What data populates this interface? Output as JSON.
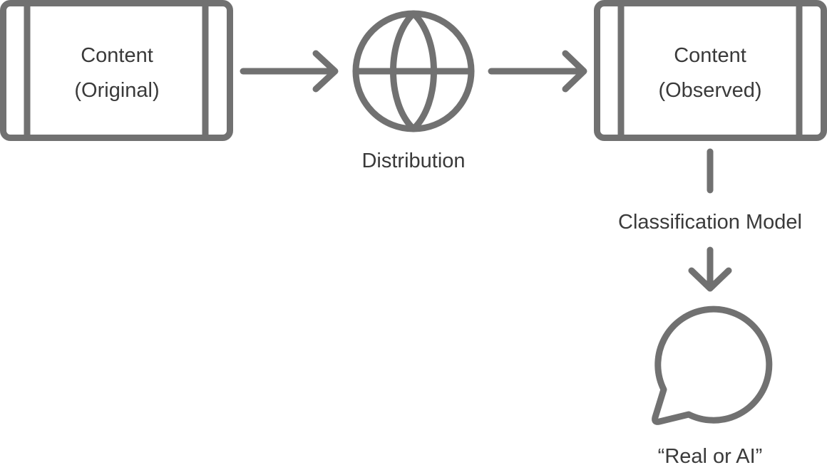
{
  "nodes": {
    "original": {
      "line1": "Content",
      "line2": "(Original)"
    },
    "distribution": {
      "label": "Distribution",
      "icon": "globe-icon"
    },
    "observed": {
      "line1": "Content",
      "line2": "(Observed)"
    },
    "classifier": {
      "label": "Classification Model"
    },
    "result": {
      "label": "“Real or AI”",
      "icon": "speech-bubble-icon"
    }
  },
  "colors": {
    "stroke": "#717171",
    "text": "#3a3a3a",
    "background": "#ffffff"
  }
}
